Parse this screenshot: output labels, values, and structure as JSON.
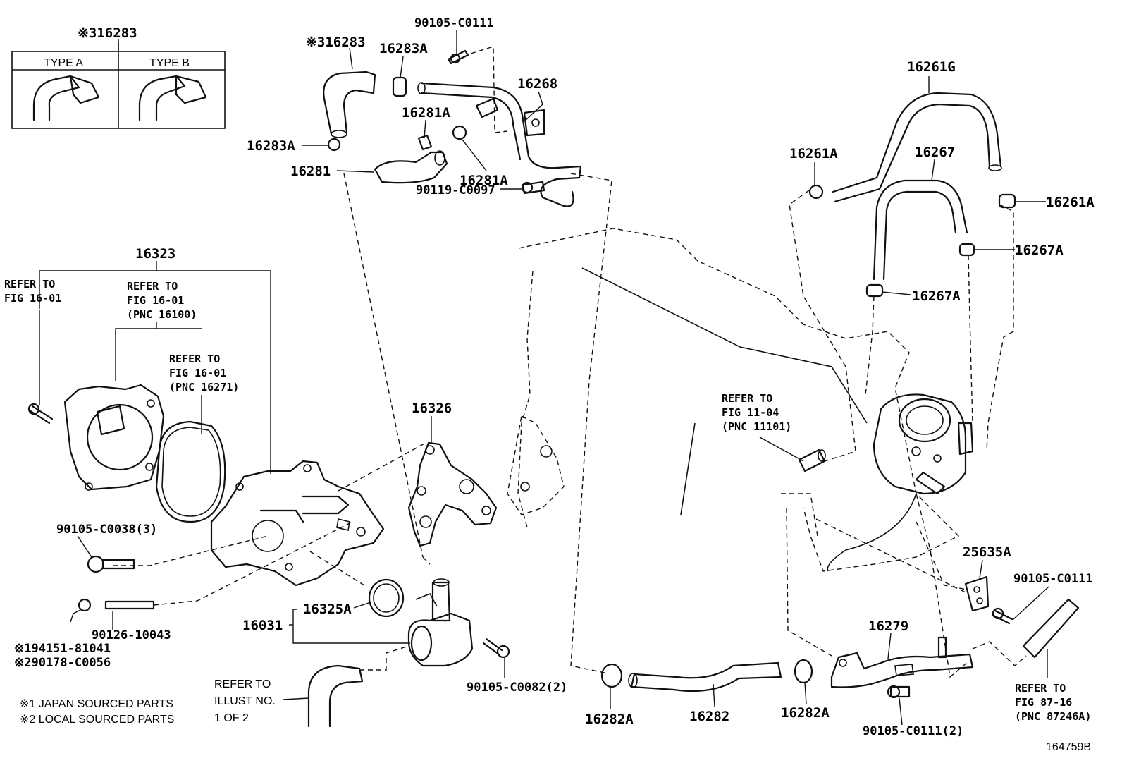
{
  "inset": {
    "part": "※316283",
    "type_a": "TYPE A",
    "type_b": "TYPE B"
  },
  "labels": {
    "p16283": "※316283",
    "p16283A_top": "16283A",
    "p90105C0111_top": "90105-C0111",
    "p16268": "16268",
    "p16281A_1": "16281A",
    "p16283A_left": "16283A",
    "p16281": "16281",
    "p16281A_2": "16281A",
    "p90119C0097": "90119-C0097",
    "p16261G": "16261G",
    "p16261A_left": "16261A",
    "p16267": "16267",
    "p16261A_right": "16261A",
    "p16267A_1": "16267A",
    "p16267A_2": "16267A",
    "p16323": "16323",
    "p16326": "16326",
    "p90105C0038": "90105-C0038(3)",
    "p90126": "90126-10043",
    "p194151": "※194151-81041",
    "p290178": "※290178-C0056",
    "p16031": "16031",
    "p16325A": "16325A",
    "p90105C0082": "90105-C0082(2)",
    "p16282A_left": "16282A",
    "p16282": "16282",
    "p16282A_right": "16282A",
    "p16279": "16279",
    "p90105C0111_bottom": "90105-C0111(2)",
    "p25635A": "25635A",
    "p90105C0111_right": "90105-C0111",
    "diagram_id": "164759B"
  },
  "refs": {
    "r1": [
      "REFER TO",
      "FIG 16-01"
    ],
    "r2": [
      "REFER TO",
      "FIG 16-01",
      "(PNC 16100)"
    ],
    "r3": [
      "REFER TO",
      "FIG 16-01",
      "(PNC 16271)"
    ],
    "r4": [
      "REFER TO",
      "FIG 11-04",
      "(PNC 11101)"
    ],
    "r5": [
      "REFER TO",
      "FIG 87-16",
      "(PNC 87246A)"
    ],
    "r6": [
      "REFER TO",
      "ILLUST NO.",
      "1 OF 2"
    ]
  },
  "notes": {
    "n1": "※1 JAPAN SOURCED PARTS",
    "n2": "※2 LOCAL SOURCED PARTS"
  }
}
